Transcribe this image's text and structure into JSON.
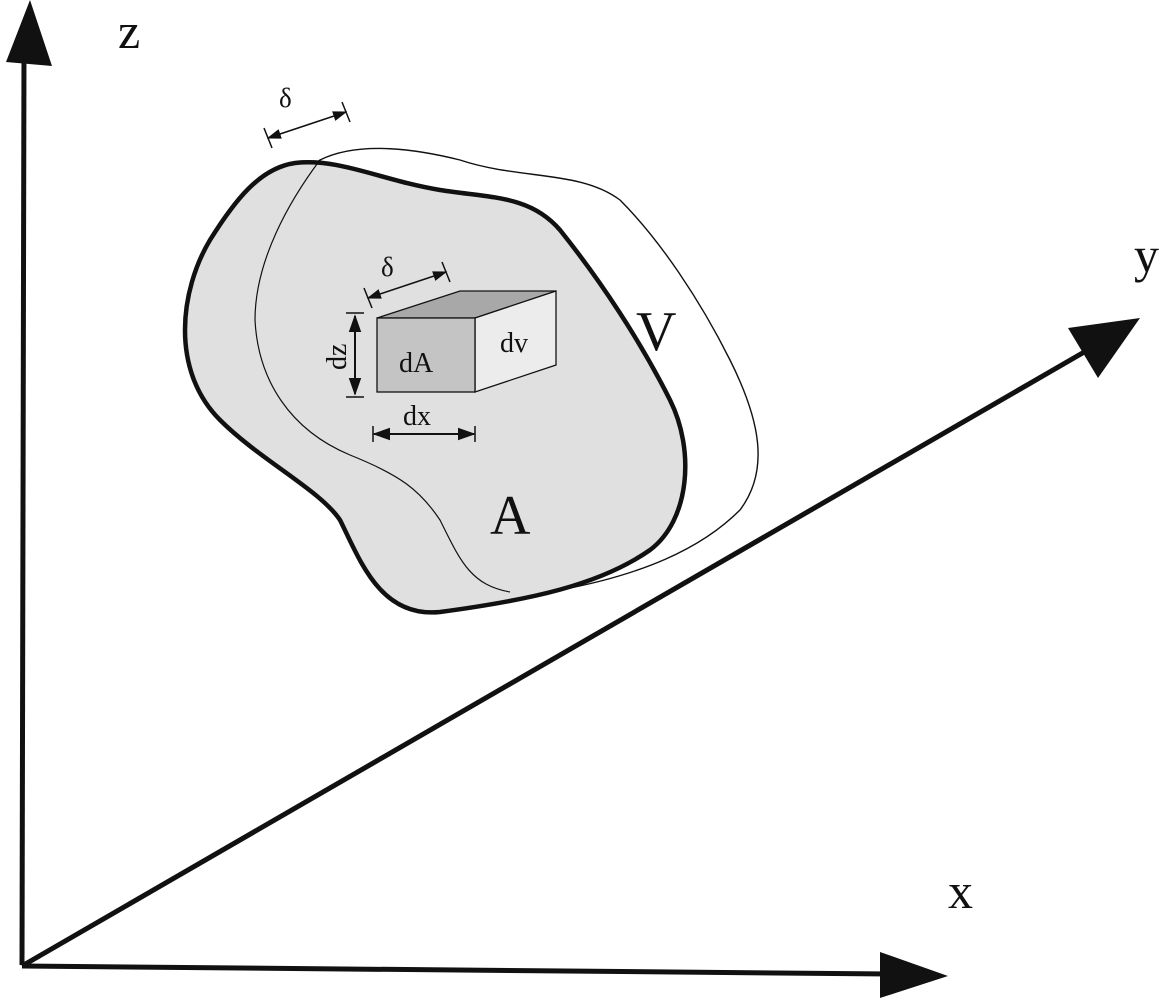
{
  "axes": {
    "z_label": "z",
    "y_label": "y",
    "x_label": "x"
  },
  "labels": {
    "region_area": "A",
    "region_volume": "V",
    "thickness_top": "δ",
    "thickness_box": "δ",
    "element_area": "dA",
    "element_volume": "dv",
    "height_dim": "dz",
    "width_dim": "dx"
  },
  "colors": {
    "stroke": "#111111",
    "region_fill": "#e0e0e0",
    "box_front": "#c4c4c4",
    "box_top": "#a8a8a8",
    "box_side": "#ececec"
  }
}
